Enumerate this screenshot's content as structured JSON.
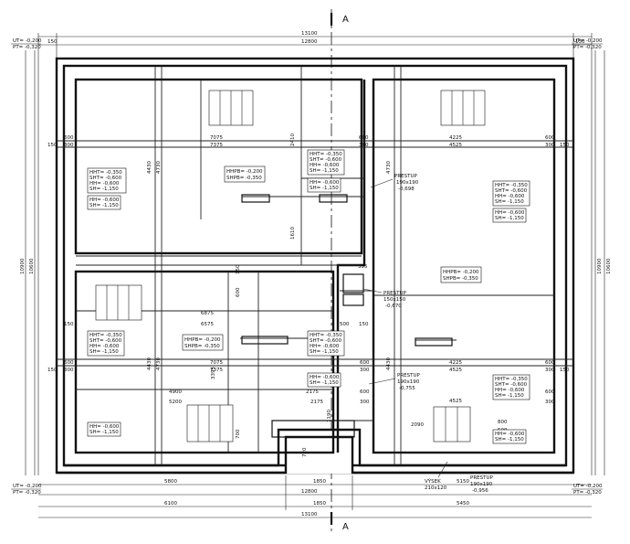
{
  "section": {
    "label": "A"
  },
  "corners": {
    "ut": "UT= -0,200",
    "pt": "PT= -0,320"
  },
  "dims": {
    "top_overall": "13100",
    "top_inner": "12800",
    "edge_150": "150",
    "bottom_left": "5800",
    "bottom_mid": "1850",
    "bottom_right": "5150",
    "bottom2_left": "6100",
    "bottom2_right": "5450",
    "side_overall": "10900",
    "side_inner": "10600",
    "d7075": "7075",
    "d7375": "7375",
    "d4225": "4225",
    "d4525": "4525",
    "d6875": "6875",
    "d6575": "6575",
    "d4900": "4900",
    "d5200": "5200",
    "d2175": "2175",
    "d2090": "2090",
    "d600": "600",
    "d300": "300",
    "d500": "500",
    "d4430": "4430",
    "d4730": "4730",
    "d1610": "1610",
    "d2410": "2410",
    "d3395": "3395",
    "d700": "700",
    "d720": "720",
    "d1190": "1190",
    "d395": "395",
    "d800": "800"
  },
  "notes": {
    "ht_350": "HHT= -0,350",
    "hht_350": "HHT= -0,350",
    "sht_600": "SHT= -0,600",
    "hh_600": "HH= -0,600",
    "sh_1150": "SH= -1,150",
    "hhpb_200": "HHPB= -0,200",
    "shpb_350": "SHPB= -0,350"
  },
  "openings": [
    {
      "title": "PRESTUP",
      "size": "190x190",
      "level": "-0,698"
    },
    {
      "title": "PRESTUP",
      "size": "150x150",
      "level": "-0,670"
    },
    {
      "title": "PRESTUP",
      "size": "190x190",
      "level": "-0,755"
    },
    {
      "title": "PRESTUP",
      "size": "190x190",
      "level": "-0,956"
    },
    {
      "title": "VÝSEK",
      "size": "210x120"
    }
  ]
}
